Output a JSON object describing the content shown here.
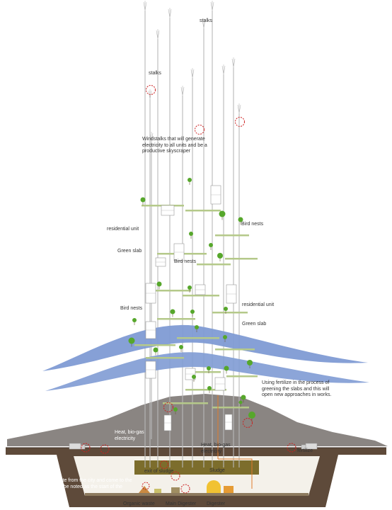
{
  "labels": {
    "stalks_top": "stalks",
    "stalks_left": "stalks",
    "windstalks_note": "Windstalks that will generate electricity to all units and be a productive skyscraper",
    "residential_unit_left": "residential unit",
    "bird_nests_right": "Bird nests",
    "green_slab_left": "Green slab",
    "bird_nests_center": "Bird nests",
    "residential_unit_right": "residential unit",
    "bird_nests_left": "Bird nests",
    "green_slab_right": "Green slab",
    "green_slab_wave": "Green slab",
    "fertilize_note": "Using fertilize in the process of greening the slabs and this will open new approaches in works.",
    "heat_left": "Heat, bio-gas electricity",
    "heat_center": "Heat, bio-gas electricity",
    "fertilize": "fertilize",
    "exit_sludge": "exit of sludge",
    "sludge": "Sludge",
    "organic_waste": "Organic waste",
    "main_digester": "Main Digester",
    "digester": "Digester",
    "trucks_note": "trucks collect the waste from the city and come to the collector and this can be noted as the start of the production process"
  },
  "colors": {
    "stalk": "#b8b8b8",
    "marker": "#cc1f1f",
    "hill": "#8a8582",
    "ground": "#5e4a3a",
    "sludge_fill": "#7c6d2c",
    "slab_green": "#b5c98a",
    "tree_green": "#56a72b",
    "wave_blue": "#7f9bd4",
    "pipe_orange": "#e07a2c"
  },
  "icons": [
    "red-dashed-circle-icon",
    "tree-icon",
    "truck-icon",
    "digester-tank-icon"
  ]
}
